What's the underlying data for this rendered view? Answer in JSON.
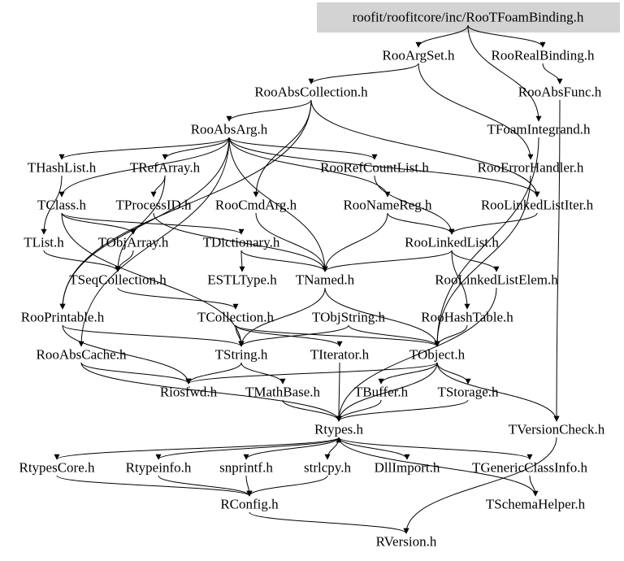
{
  "graph": {
    "title": "roofit/roofitcore/inc/RooTFoamBinding.h",
    "root_fill": "#d3d3d3",
    "edge_color": "#000000",
    "nodes": [
      {
        "id": "root",
        "label": "roofit/roofitcore/inc/RooTFoamBinding.h"
      },
      {
        "id": "RooArgSet",
        "label": "RooArgSet.h"
      },
      {
        "id": "RooRealBinding",
        "label": "RooRealBinding.h"
      },
      {
        "id": "RooAbsCollection",
        "label": "RooAbsCollection.h"
      },
      {
        "id": "RooAbsFunc",
        "label": "RooAbsFunc.h"
      },
      {
        "id": "RooAbsArg",
        "label": "RooAbsArg.h"
      },
      {
        "id": "TFoamIntegrand",
        "label": "TFoamIntegrand.h"
      },
      {
        "id": "THashList",
        "label": "THashList.h"
      },
      {
        "id": "TRefArray",
        "label": "TRefArray.h"
      },
      {
        "id": "RooRefCountList",
        "label": "RooRefCountList.h"
      },
      {
        "id": "RooErrorHandler",
        "label": "RooErrorHandler.h"
      },
      {
        "id": "TClass",
        "label": "TClass.h"
      },
      {
        "id": "TProcessID",
        "label": "TProcessID.h"
      },
      {
        "id": "RooCmdArg",
        "label": "RooCmdArg.h"
      },
      {
        "id": "RooNameReg",
        "label": "RooNameReg.h"
      },
      {
        "id": "RooLinkedListIter",
        "label": "RooLinkedListIter.h"
      },
      {
        "id": "TList",
        "label": "TList.h"
      },
      {
        "id": "TObjArray",
        "label": "TObjArray.h"
      },
      {
        "id": "TDictionary",
        "label": "TDictionary.h"
      },
      {
        "id": "RooLinkedList",
        "label": "RooLinkedList.h"
      },
      {
        "id": "TSeqCollection",
        "label": "TSeqCollection.h"
      },
      {
        "id": "ESTLType",
        "label": "ESTLType.h"
      },
      {
        "id": "TNamed",
        "label": "TNamed.h"
      },
      {
        "id": "RooLinkedListElem",
        "label": "RooLinkedListElem.h"
      },
      {
        "id": "RooPrintable",
        "label": "RooPrintable.h"
      },
      {
        "id": "TCollection",
        "label": "TCollection.h"
      },
      {
        "id": "TObjString",
        "label": "TObjString.h"
      },
      {
        "id": "RooHashTable",
        "label": "RooHashTable.h"
      },
      {
        "id": "RooAbsCache",
        "label": "RooAbsCache.h"
      },
      {
        "id": "TString",
        "label": "TString.h"
      },
      {
        "id": "TIterator",
        "label": "TIterator.h"
      },
      {
        "id": "TObject",
        "label": "TObject.h"
      },
      {
        "id": "Riosfwd",
        "label": "Riosfwd.h"
      },
      {
        "id": "TMathBase",
        "label": "TMathBase.h"
      },
      {
        "id": "TBuffer",
        "label": "TBuffer.h"
      },
      {
        "id": "TStorage",
        "label": "TStorage.h"
      },
      {
        "id": "Rtypes",
        "label": "Rtypes.h"
      },
      {
        "id": "TVersionCheck",
        "label": "TVersionCheck.h"
      },
      {
        "id": "RtypesCore",
        "label": "RtypesCore.h"
      },
      {
        "id": "Rtypeinfo",
        "label": "Rtypeinfo.h"
      },
      {
        "id": "snprintf",
        "label": "snprintf.h"
      },
      {
        "id": "strlcpy",
        "label": "strlcpy.h"
      },
      {
        "id": "DllImport",
        "label": "DllImport.h"
      },
      {
        "id": "TGenericClassInfo",
        "label": "TGenericClassInfo.h"
      },
      {
        "id": "RConfig",
        "label": "RConfig.h"
      },
      {
        "id": "TSchemaHelper",
        "label": "TSchemaHelper.h"
      },
      {
        "id": "RVersion",
        "label": "RVersion.h"
      }
    ],
    "edges": [
      [
        "root",
        "RooArgSet"
      ],
      [
        "root",
        "RooRealBinding"
      ],
      [
        "root",
        "TFoamIntegrand"
      ],
      [
        "RooArgSet",
        "RooAbsCollection"
      ],
      [
        "RooArgSet",
        "RooErrorHandler"
      ],
      [
        "RooRealBinding",
        "RooAbsFunc"
      ],
      [
        "RooAbsFunc",
        "TVersionCheck"
      ],
      [
        "RooAbsCollection",
        "RooAbsArg"
      ],
      [
        "RooAbsCollection",
        "RooCmdArg"
      ],
      [
        "RooAbsCollection",
        "RooLinkedListIter"
      ],
      [
        "RooAbsCollection",
        "RooPrintable"
      ],
      [
        "RooAbsArg",
        "THashList"
      ],
      [
        "RooAbsArg",
        "TRefArray"
      ],
      [
        "RooAbsArg",
        "TClass"
      ],
      [
        "RooAbsArg",
        "RooRefCountList"
      ],
      [
        "RooAbsArg",
        "RooNameReg"
      ],
      [
        "RooAbsArg",
        "RooLinkedListIter"
      ],
      [
        "RooAbsArg",
        "TNamed"
      ],
      [
        "RooAbsArg",
        "RooPrintable"
      ],
      [
        "RooAbsArg",
        "RooAbsCache"
      ],
      [
        "TFoamIntegrand",
        "TObject"
      ],
      [
        "THashList",
        "TList"
      ],
      [
        "TRefArray",
        "TProcessID"
      ],
      [
        "TRefArray",
        "TSeqCollection"
      ],
      [
        "RooRefCountList",
        "RooLinkedList"
      ],
      [
        "RooErrorHandler",
        "TObject"
      ],
      [
        "TClass",
        "TObjArray"
      ],
      [
        "TClass",
        "TDictionary"
      ],
      [
        "TClass",
        "TString"
      ],
      [
        "TProcessID",
        "TNamed"
      ],
      [
        "RooCmdArg",
        "TNamed"
      ],
      [
        "RooNameReg",
        "RooLinkedList"
      ],
      [
        "RooNameReg",
        "TNamed"
      ],
      [
        "RooLinkedListIter",
        "RooLinkedList"
      ],
      [
        "TList",
        "TSeqCollection"
      ],
      [
        "TObjArray",
        "TSeqCollection"
      ],
      [
        "TDictionary",
        "ESTLType"
      ],
      [
        "TDictionary",
        "TNamed"
      ],
      [
        "RooLinkedList",
        "TNamed"
      ],
      [
        "RooLinkedList",
        "RooLinkedListElem"
      ],
      [
        "RooLinkedList",
        "RooHashTable"
      ],
      [
        "TSeqCollection",
        "TCollection"
      ],
      [
        "TNamed",
        "TObject"
      ],
      [
        "TNamed",
        "TString"
      ],
      [
        "RooLinkedListElem",
        "Rtypes"
      ],
      [
        "RooPrintable",
        "TString"
      ],
      [
        "RooPrintable",
        "Riosfwd"
      ],
      [
        "TCollection",
        "TString"
      ],
      [
        "TCollection",
        "TIterator"
      ],
      [
        "TCollection",
        "TObject"
      ],
      [
        "TObjString",
        "TString"
      ],
      [
        "TObjString",
        "TObject"
      ],
      [
        "RooHashTable",
        "TObject"
      ],
      [
        "RooAbsCache",
        "Riosfwd"
      ],
      [
        "RooAbsCache",
        "Rtypes"
      ],
      [
        "TString",
        "Riosfwd"
      ],
      [
        "TString",
        "TMathBase"
      ],
      [
        "TIterator",
        "Rtypes"
      ],
      [
        "TObject",
        "Riosfwd"
      ],
      [
        "TObject",
        "TBuffer"
      ],
      [
        "TObject",
        "TStorage"
      ],
      [
        "TObject",
        "TVersionCheck"
      ],
      [
        "TObject",
        "Rtypes"
      ],
      [
        "TMathBase",
        "Rtypes"
      ],
      [
        "TBuffer",
        "Rtypes"
      ],
      [
        "TStorage",
        "Rtypes"
      ],
      [
        "TVersionCheck",
        "RVersion"
      ],
      [
        "Rtypes",
        "RtypesCore"
      ],
      [
        "Rtypes",
        "Rtypeinfo"
      ],
      [
        "Rtypes",
        "snprintf"
      ],
      [
        "Rtypes",
        "strlcpy"
      ],
      [
        "Rtypes",
        "DllImport"
      ],
      [
        "Rtypes",
        "TGenericClassInfo"
      ],
      [
        "RtypesCore",
        "RConfig"
      ],
      [
        "Rtypeinfo",
        "RConfig"
      ],
      [
        "snprintf",
        "RConfig"
      ],
      [
        "strlcpy",
        "RConfig"
      ],
      [
        "TGenericClassInfo",
        "TSchemaHelper"
      ],
      [
        "TSchemaHelper",
        "Rtypes"
      ],
      [
        "RConfig",
        "RVersion"
      ]
    ]
  }
}
